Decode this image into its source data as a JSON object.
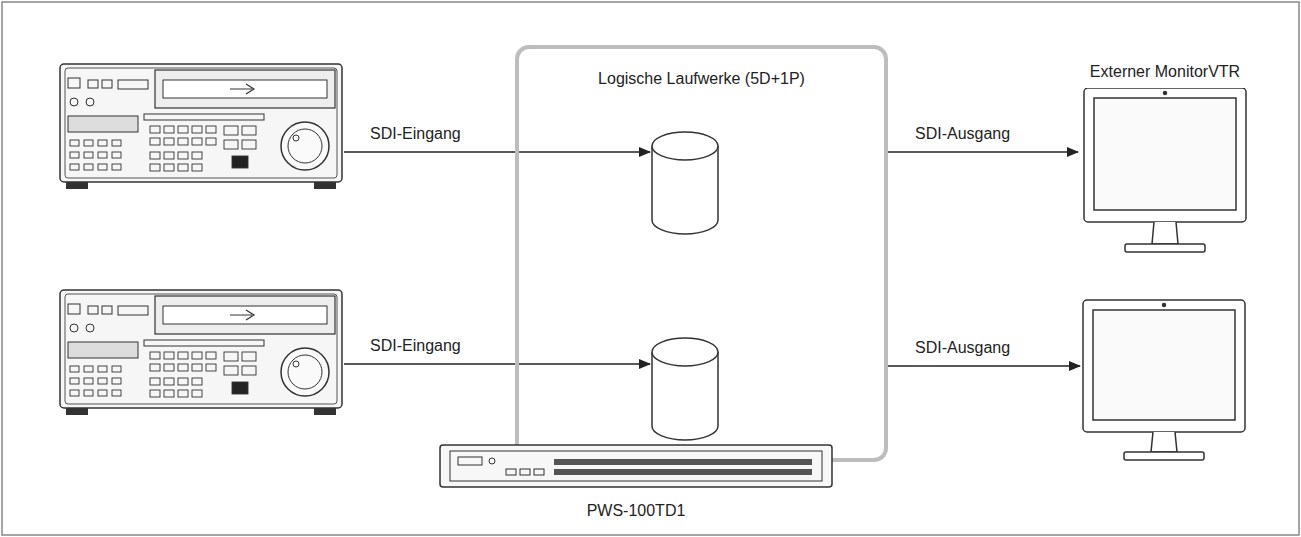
{
  "diagram": {
    "nodes": [
      {
        "text": [
          "Logische Laufwerke (5D+1P)"
        ]
      },
      {
        "text": [
          "PWS-100TD1"
        ]
      },
      {
        "text": [
          "Externer MonitorVTR"
        ]
      }
    ],
    "edges": [
      {
        "from": 0,
        "to": 2,
        "arrow": "to",
        "label": "SDI-Ausgang"
      }
    ],
    "labels": [
      "SDI-Eingang",
      "SDI-Eingang",
      "SDI-Ausgang"
    ]
  }
}
